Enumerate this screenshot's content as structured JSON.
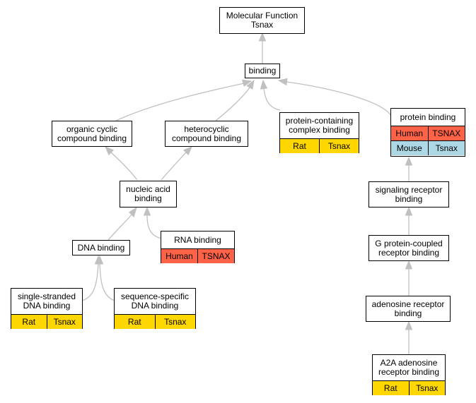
{
  "colors": {
    "rat": "#ffd700",
    "human": "#ff6347",
    "mouse": "#add8e6",
    "edge": "#c0c0c0"
  },
  "nodes": {
    "molecular_function": {
      "line1": "Molecular Function",
      "line2": "Tsnax"
    },
    "binding": {
      "line1": "binding"
    },
    "organic_cyclic": {
      "line1": "organic cyclic",
      "line2": "compound binding"
    },
    "heterocyclic": {
      "line1": "heterocyclic",
      "line2": "compound binding"
    },
    "protein_containing": {
      "line1": "protein-containing",
      "line2": "complex binding",
      "rows": [
        {
          "species": "Rat",
          "gene": "Tsnax"
        }
      ]
    },
    "protein_binding": {
      "line1": "protein binding",
      "rows": [
        {
          "species": "Human",
          "gene": "TSNAX"
        },
        {
          "species": "Mouse",
          "gene": "Tsnax"
        }
      ]
    },
    "nucleic_acid": {
      "line1": "nucleic acid",
      "line2": "binding"
    },
    "signaling_receptor": {
      "line1": "signaling receptor",
      "line2": "binding"
    },
    "dna_binding": {
      "line1": "DNA binding"
    },
    "rna_binding": {
      "line1": "RNA binding",
      "rows": [
        {
          "species": "Human",
          "gene": "TSNAX"
        }
      ]
    },
    "gpcr_binding": {
      "line1": "G protein-coupled",
      "line2": "receptor binding"
    },
    "single_stranded": {
      "line1": "single-stranded",
      "line2": "DNA binding",
      "rows": [
        {
          "species": "Rat",
          "gene": "Tsnax"
        }
      ]
    },
    "sequence_specific": {
      "line1": "sequence-specific",
      "line2": "DNA binding",
      "rows": [
        {
          "species": "Rat",
          "gene": "Tsnax"
        }
      ]
    },
    "adenosine_receptor": {
      "line1": "adenosine receptor",
      "line2": "binding"
    },
    "a2a_adenosine": {
      "line1": "A2A adenosine",
      "line2": "receptor binding",
      "rows": [
        {
          "species": "Rat",
          "gene": "Tsnax"
        }
      ]
    }
  }
}
